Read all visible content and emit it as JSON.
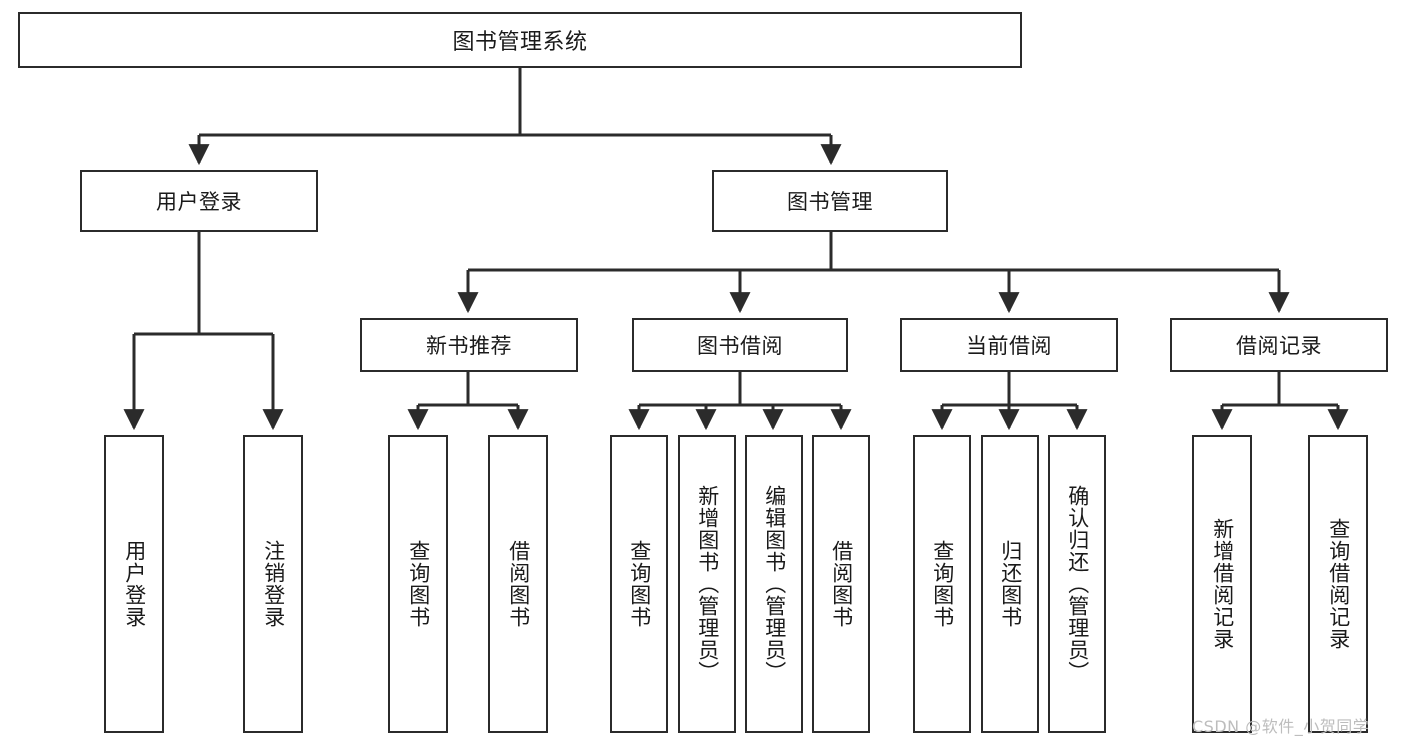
{
  "diagram": {
    "type": "tree-hierarchy",
    "title": "图书管理系统",
    "watermark": "CSDN @软件_小贺同学",
    "colors": {
      "stroke": "#2b2b2b",
      "fill": "#ffffff",
      "text": "#1a1a1a",
      "watermark": "#bdbdbd"
    },
    "levels": {
      "root": {
        "label": "图书管理系统"
      },
      "level1": [
        {
          "label": "用户登录"
        },
        {
          "label": "图书管理"
        }
      ],
      "level2": [
        {
          "label": "新书推荐"
        },
        {
          "label": "图书借阅"
        },
        {
          "label": "当前借阅"
        },
        {
          "label": "借阅记录"
        }
      ],
      "leaves": {
        "user_login": [
          {
            "label": "用户登录"
          },
          {
            "label": "注销登录"
          }
        ],
        "new_book_recommend": [
          {
            "label": "查询图书"
          },
          {
            "label": "借阅图书"
          }
        ],
        "book_borrow": [
          {
            "label": "查询图书"
          },
          {
            "label": "新增图书（管理员）"
          },
          {
            "label": "编辑图书（管理员）"
          },
          {
            "label": "借阅图书"
          }
        ],
        "current_borrow": [
          {
            "label": "查询图书"
          },
          {
            "label": "归还图书"
          },
          {
            "label": "确认归还（管理员）"
          }
        ],
        "borrow_record": [
          {
            "label": "新增借阅记录"
          },
          {
            "label": "查询借阅记录"
          }
        ]
      }
    }
  }
}
